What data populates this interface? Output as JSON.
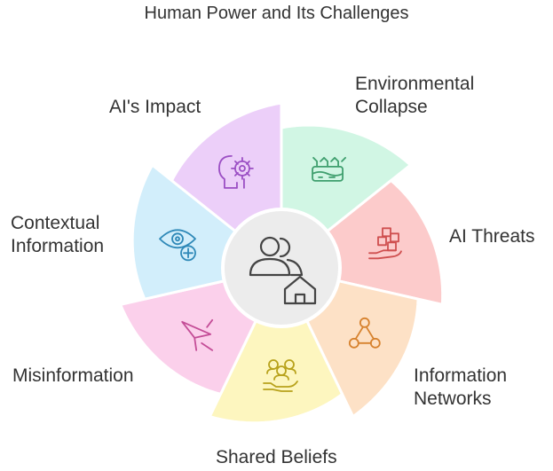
{
  "title": "Human Power and Its Challenges",
  "center": {
    "icon": "people-house-icon",
    "fill": "#ececec",
    "stroke": "#ffffff"
  },
  "segments": [
    {
      "key": "environmental-collapse",
      "lines": [
        "Environmental",
        "Collapse"
      ],
      "fill": "#d1f6e4",
      "icon_color": "#3f9f6e",
      "icon": "ecosystem-icon"
    },
    {
      "key": "ai-threats",
      "lines": [
        "AI Threats"
      ],
      "fill": "#fccbcb",
      "icon_color": "#cf4f4f",
      "icon": "robot-hand-blocks-icon"
    },
    {
      "key": "information-networks",
      "lines": [
        "Information",
        "Networks"
      ],
      "fill": "#fde1c6",
      "icon_color": "#d7822e",
      "icon": "network-nodes-icon"
    },
    {
      "key": "shared-beliefs",
      "lines": [
        "Shared Beliefs"
      ],
      "fill": "#fdf6bf",
      "icon_color": "#b8a21c",
      "icon": "people-hand-icon"
    },
    {
      "key": "misinformation",
      "lines": [
        "Misinformation"
      ],
      "fill": "#fbd0eb",
      "icon_color": "#c44d97",
      "icon": "broken-arrow-icon"
    },
    {
      "key": "contextual-information",
      "lines": [
        "Contextual",
        "Information"
      ],
      "fill": "#d2eefb",
      "icon_color": "#2f89b8",
      "icon": "eye-plus-icon"
    },
    {
      "key": "ais-impact",
      "lines": [
        "AI's Impact"
      ],
      "fill": "#eccff9",
      "icon_color": "#9b4fc4",
      "icon": "head-gear-icon"
    }
  ]
}
